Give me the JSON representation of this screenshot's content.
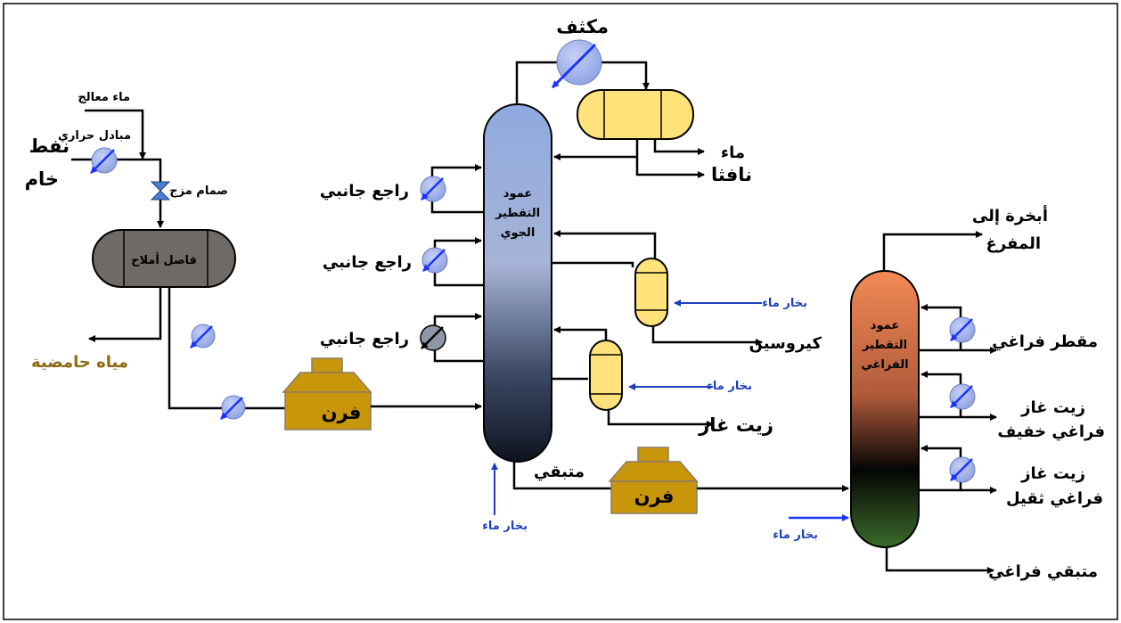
{
  "labels": {
    "condenser": "مكثف",
    "water_out": "ماء",
    "naphtha": "نافثا",
    "treated_water": "ماء معالج",
    "heat_exchanger": "مبادل حراري",
    "crude_line1": "نفط",
    "crude_line2": "خام",
    "mixing_valve": "صمام مزج",
    "desalter": "فاصل أملاح",
    "sour_water": "مياه حامضية",
    "side_reflux_1": "راجع جانبي",
    "side_reflux_2": "راجع جانبي",
    "side_reflux_3": "راجع جانبي",
    "atm_column_line1": "عمود",
    "atm_column_line2": "التقطير",
    "atm_column_line3": "الجوي",
    "steam_kero": "بخار ماء",
    "kerosene": "كيروسين",
    "steam_gasoil": "بخار ماء",
    "gas_oil": "زيت غاز",
    "furnace_1": "فرن",
    "residue": "متبقي",
    "furnace_2": "فرن",
    "steam_bottom": "بخار ماء",
    "vapors_line1": "أبخرة إلى",
    "vapors_line2": "المفرغ",
    "vac_column_line1": "عمود",
    "vac_column_line2": "التقطير",
    "vac_column_line3": "الفراغي",
    "vac_distillate": "مقطر فراغي",
    "lvgo_line1": "زيت غاز",
    "lvgo_line2": "فراغي خفيف",
    "hvgo_line1": "زيت غاز",
    "hvgo_line2": "فراغي ثقيل",
    "steam_vac": "بخار ماء",
    "vac_residue": "متبقي فراغي"
  },
  "colors": {
    "pipe": "#000000",
    "steam_text": "#1f3fbf",
    "sour_water_text": "#8a6a12",
    "furnace": "#c8960a",
    "drum": "#ffe27a",
    "desalter": "#6f6a66",
    "exchanger": "#a9b8ee"
  }
}
